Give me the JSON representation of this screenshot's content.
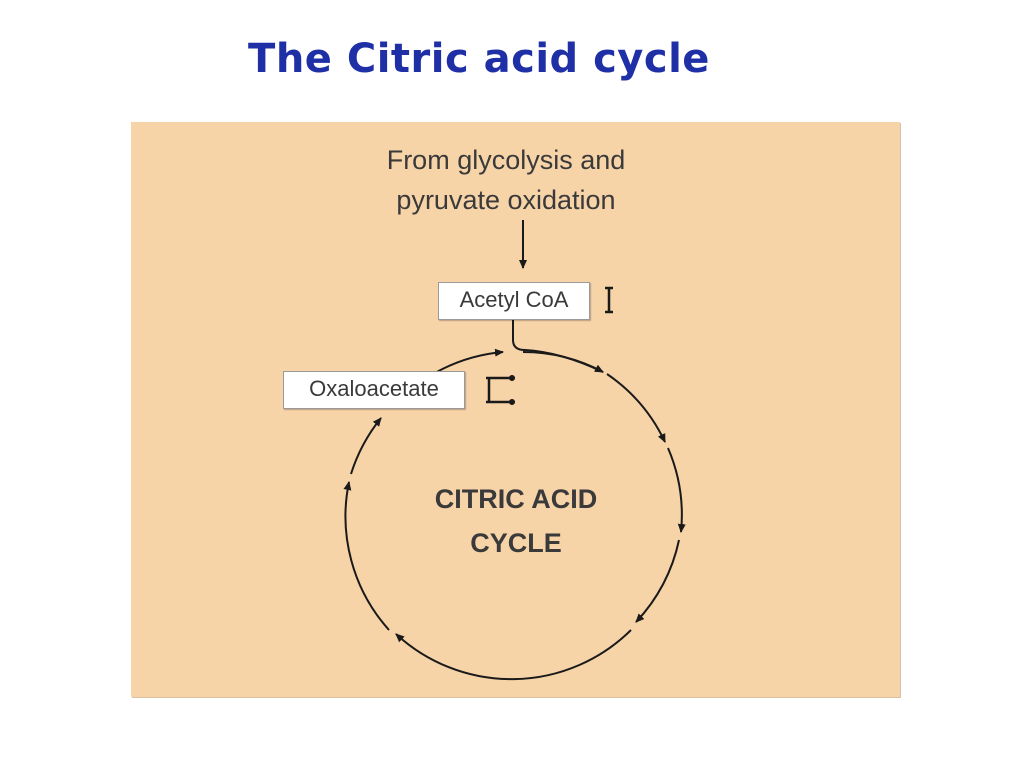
{
  "slide": {
    "title": "The Citric acid cycle"
  },
  "diagram": {
    "input_line1": "From glycolysis and",
    "input_line2": "pyruvate oxidation",
    "acetyl_coa": "Acetyl CoA",
    "oxaloacetate": "Oxaloacetate",
    "cycle_line1": "CITRIC ACID",
    "cycle_line2": "CYCLE",
    "colors": {
      "title": "#1f2fa6",
      "panel": "#f7d3a8",
      "ink": "#1a1a1a"
    }
  }
}
